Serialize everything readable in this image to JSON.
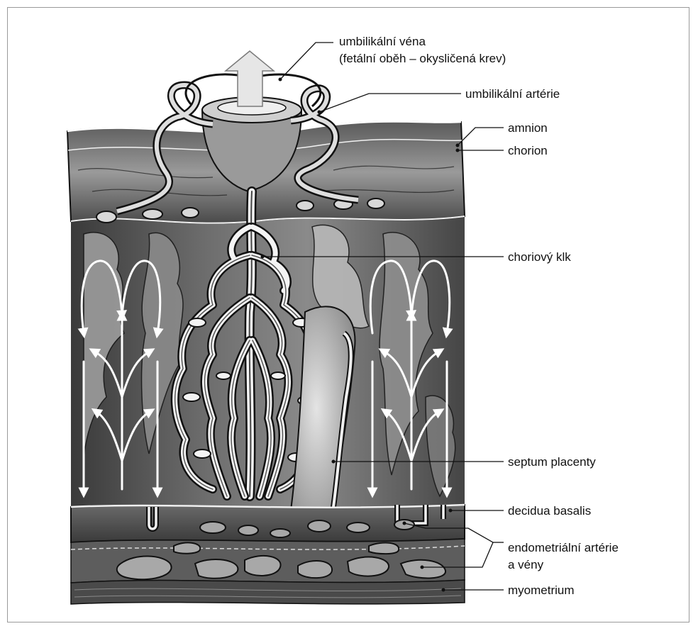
{
  "labels": {
    "umbilical_vein": "umbilikální véna",
    "umbilical_vein_note": "(fetální oběh – okysličená krev)",
    "umbilical_artery": "umbilikální artérie",
    "amnion": "amnion",
    "chorion": "chorion",
    "chorionic_villus": "choriový klk",
    "placental_septum": "septum placenty",
    "decidua_basalis": "decidua basalis",
    "endometrial_vessels_line1": "endometriální artérie",
    "endometrial_vessels_line2": "a vény",
    "myometrium": "myometrium"
  },
  "colors": {
    "ink": "#111111",
    "tissue_dark": "#3c3c3c",
    "tissue_mid": "#7a7a7a",
    "tissue_light": "#bdbdbd",
    "arrow": "#ffffff"
  }
}
